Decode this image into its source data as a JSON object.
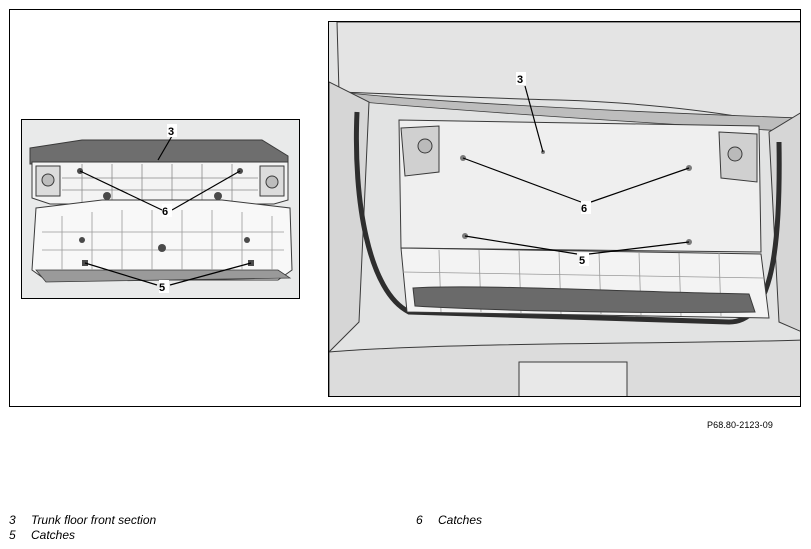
{
  "figure": {
    "reference_code": "P68.80-2123-09",
    "callouts": {
      "trunk_floor": "3",
      "catches_lower": "5",
      "catches_upper": "6"
    }
  },
  "legend": [
    {
      "number": "3",
      "label": "Trunk floor front section"
    },
    {
      "number": "5",
      "label": "Catches"
    },
    {
      "number": "6",
      "label": "Catches"
    }
  ],
  "colors": {
    "panel_background": "#e9eaea",
    "part_fill": "#f6f6f6",
    "part_outline": "#3a3a3a",
    "shadow": "#7a7a7a"
  }
}
